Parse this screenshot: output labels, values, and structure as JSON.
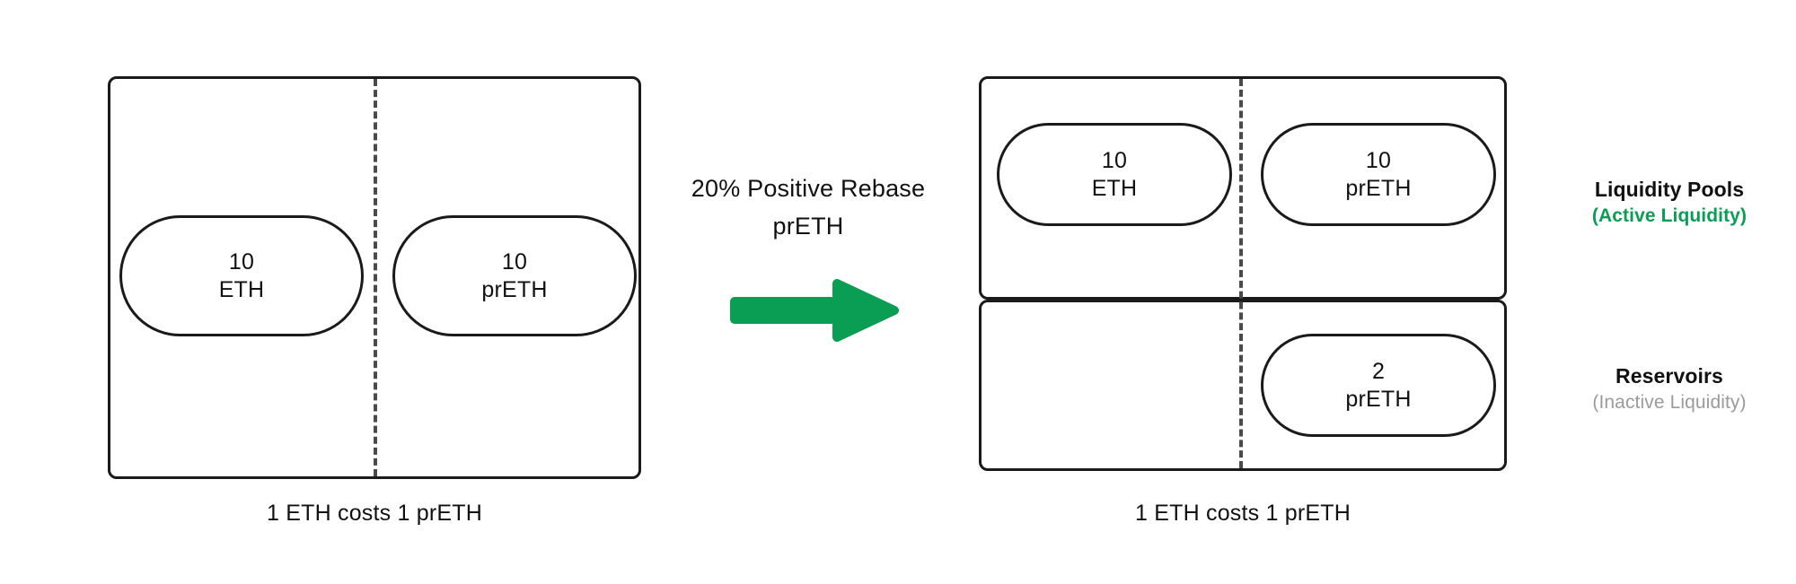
{
  "diagram": {
    "title_hidden": "prETH positive rebase liquidity diagram",
    "accent_green": "#0A9D54",
    "ink": "#1a1a1a",
    "muted_gray": "#9b9b9b"
  },
  "before": {
    "caption": "1 ETH costs 1 prETH",
    "left_pill": {
      "amount": "10",
      "symbol": "ETH"
    },
    "right_pill": {
      "amount": "10",
      "symbol": "prETH"
    }
  },
  "transition": {
    "line1": "20% Positive  Rebase",
    "line2": "prETH",
    "arrow_icon": "arrow-right-icon"
  },
  "after": {
    "caption": "1 ETH costs 1 prETH",
    "pools": {
      "left_pill": {
        "amount": "10",
        "symbol": "ETH"
      },
      "right_pill": {
        "amount": "10",
        "symbol": "prETH"
      }
    },
    "reservoirs": {
      "right_pill": {
        "amount": "2",
        "symbol": "prETH"
      }
    }
  },
  "legend": {
    "pools": {
      "title": "Liquidity Pools",
      "subtitle": "(Active Liquidity)"
    },
    "reservoirs": {
      "title": "Reservoirs",
      "subtitle": "(Inactive Liquidity)"
    }
  }
}
